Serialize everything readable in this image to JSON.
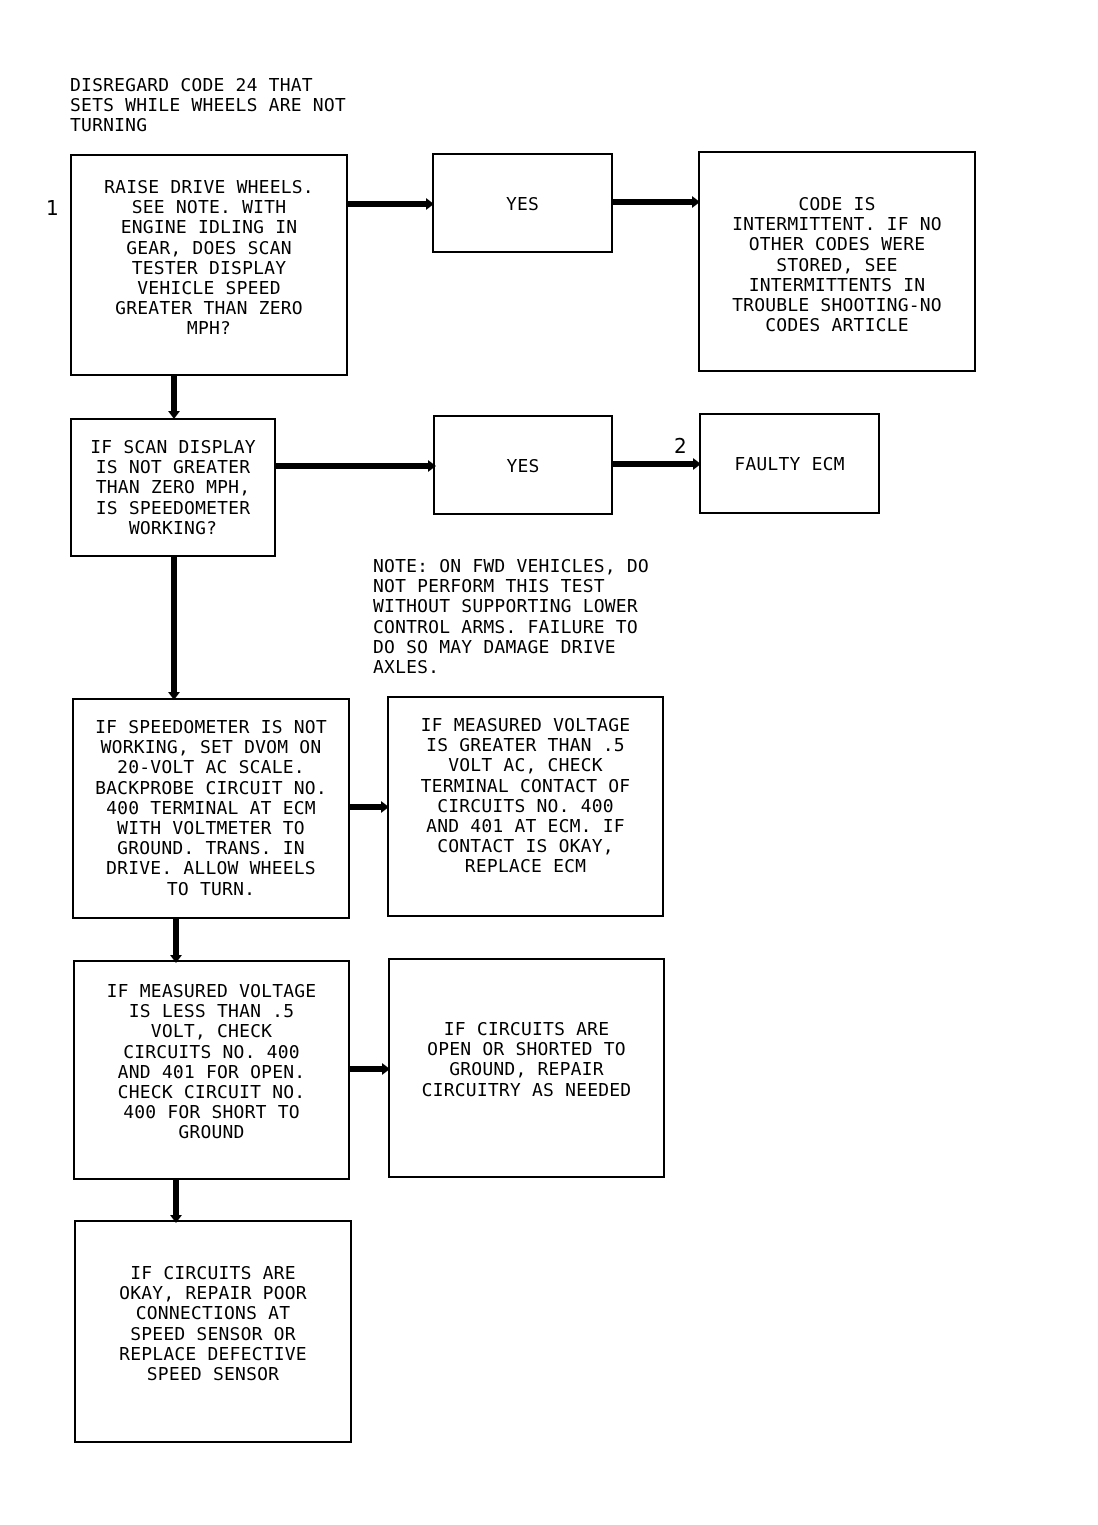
{
  "header_note": "DISREGARD CODE 24 THAT\nSETS WHILE WHEELS ARE NOT\nTURNING",
  "step_labels": {
    "step1": "1",
    "step2": "2"
  },
  "boxes": {
    "q1": "RAISE DRIVE WHEELS.\nSEE NOTE. WITH\nENGINE IDLING IN\nGEAR, DOES SCAN\nTESTER DISPLAY\nVEHICLE SPEED\nGREATER THAN ZERO\nMPH?",
    "yes1": "YES",
    "r1": "CODE IS\nINTERMITTENT. IF NO\nOTHER CODES WERE\nSTORED, SEE\nINTERMITTENTS IN\nTROUBLE SHOOTING-NO\nCODES ARTICLE",
    "q2": "IF SCAN DISPLAY\nIS NOT GREATER\nTHAN ZERO MPH,\nIS SPEEDOMETER\nWORKING?",
    "yes2": "YES",
    "r2": "FAULTY ECM",
    "q3": "IF SPEEDOMETER IS NOT\nWORKING, SET DVOM ON\n20-VOLT AC SCALE.\nBACKPROBE CIRCUIT NO.\n400 TERMINAL AT ECM\nWITH VOLTMETER TO\nGROUND. TRANS. IN\nDRIVE. ALLOW WHEELS\nTO TURN.",
    "r3": "IF MEASURED VOLTAGE\nIS GREATER THAN .5\nVOLT AC, CHECK\nTERMINAL CONTACT OF\nCIRCUITS NO. 400\nAND 401 AT ECM. IF\nCONTACT IS OKAY,\nREPLACE ECM",
    "q4": "IF MEASURED VOLTAGE\nIS LESS THAN .5\nVOLT, CHECK\nCIRCUITS NO. 400\nAND 401 FOR OPEN.\nCHECK CIRCUIT NO.\n400 FOR SHORT TO\nGROUND",
    "r4": "IF CIRCUITS ARE\nOPEN OR SHORTED TO\nGROUND, REPAIR\nCIRCUITRY AS NEEDED",
    "q5": "IF CIRCUITS ARE\nOKAY, REPAIR POOR\nCONNECTIONS AT\nSPEED SENSOR OR\nREPLACE DEFECTIVE\nSPEED SENSOR"
  },
  "side_note": "NOTE: ON FWD VEHICLES, DO\nNOT PERFORM THIS TEST\nWITHOUT SUPPORTING LOWER\nCONTROL ARMS. FAILURE TO\nDO SO MAY DAMAGE DRIVE\nAXLES."
}
